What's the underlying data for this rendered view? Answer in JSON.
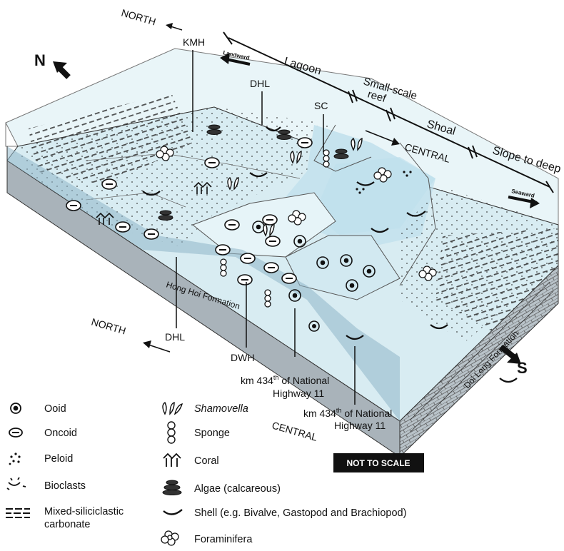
{
  "compass": {
    "north": "N",
    "south": "S"
  },
  "direction_labels": {
    "north_top": "NORTH",
    "north_bottom": "NORTH",
    "central_top": "CENTRAL",
    "central_bottom": "CENTRAL"
  },
  "zones": {
    "landward": "Landward",
    "seaward": "Seaward",
    "lagoon": "Lagoon",
    "reef_line1": "Small-scale",
    "reef_line2": "reef",
    "shoal": "Shoal",
    "slope": "Slope to deep"
  },
  "locations": {
    "kmh": "KMH",
    "dhl_top": "DHL",
    "sc": "SC",
    "dhl_bottom": "DHL",
    "dwh": "DWH",
    "km1_line1_pre": "km 434",
    "km1_sup": "th",
    "km1_line1_post": " of National",
    "km1_line2": "Highway 11",
    "km2_line1_pre": "km 434",
    "km2_sup": "th",
    "km2_line1_post": " of National",
    "km2_line2": "Highway 11"
  },
  "formations": {
    "hong_hoi": "Hong Hoi Formation",
    "doi_long": "Doi Long Formation"
  },
  "badge": "NOT TO SCALE",
  "legend": {
    "ooid": "Ooid",
    "oncoid": "Oncoid",
    "peloid": "Peloid",
    "bioclasts": "Bioclasts",
    "mixed_line1": "Mixed-siliciclastic",
    "mixed_line2": "carbonate",
    "shamovella": "Shamovella",
    "sponge": "Sponge",
    "coral": "Coral",
    "algae": "Algae (calcareous)",
    "shell": "Shell (e.g. Bivalve, Gastopod and Brachiopod)",
    "foraminifera": "Foraminifera"
  },
  "colors": {
    "water_light": "#dcefF4",
    "lagoon_blue": "#cfe6ee",
    "shoal_blue": "#bcdde8",
    "side_dark": "#a9b5bd",
    "side_blue": "#9fc4d4",
    "outline": "#222222"
  }
}
